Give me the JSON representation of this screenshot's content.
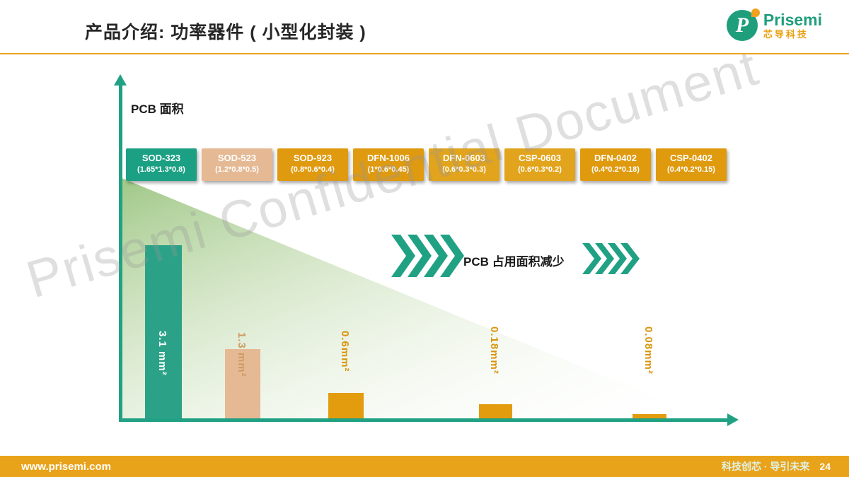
{
  "header": {
    "title": "产品介绍: 功率器件 ( 小型化封装 )",
    "logo_letter": "P",
    "logo_brand": "Prisemi",
    "logo_sub": "芯导科技"
  },
  "watermark": "Prisemi Confidential Document",
  "chart": {
    "y_axis_label": "PCB 面积",
    "annotation": "PCB 占用面积减少",
    "accent_teal": "#21a184",
    "packages": [
      {
        "name": "SOD-323",
        "dims": "(1.65*1.3*0.8)",
        "color": "#1ba083"
      },
      {
        "name": "SOD-523",
        "dims": "(1.2*0.8*0.5)",
        "color": "#e5b993"
      },
      {
        "name": "SOD-923",
        "dims": "(0.8*0.6*0.4)",
        "color": "#e09a10"
      },
      {
        "name": "DFN-1006",
        "dims": "(1*0.6*0.45)",
        "color": "#e09a10"
      },
      {
        "name": "DFN-0603",
        "dims": "(0.6*0.3*0.3)",
        "color": "#e2a41c"
      },
      {
        "name": "CSP-0603",
        "dims": "(0.6*0.3*0.2)",
        "color": "#e2a41c"
      },
      {
        "name": "DFN-0402",
        "dims": "(0.4*0.2*0.18)",
        "color": "#df9a0e"
      },
      {
        "name": "CSP-0402",
        "dims": "(0.4*0.2*0.15)",
        "color": "#df9a0e"
      }
    ],
    "bars": [
      {
        "label": "3.1 mm²",
        "color": "#2ba287",
        "label_color": "#ffffff"
      },
      {
        "label": "1.3 mm²",
        "color": "#e5b993",
        "label_color": "#cf9a62"
      },
      {
        "label": "0.6mm²",
        "color": "#e29c0e",
        "label_color": "#d8940c"
      },
      {
        "label": "0.18mm²",
        "color": "#e29c0e",
        "label_color": "#d8940c"
      },
      {
        "label": "0.08mm²",
        "color": "#e29c0e",
        "label_color": "#d8940c"
      }
    ]
  },
  "footer": {
    "url": "www.prisemi.com",
    "slogan": "科技创芯 · 导引未来",
    "page": "24"
  },
  "chart_data": {
    "type": "bar",
    "title": "产品介绍: 功率器件 (小型化封装) — PCB 面积对比",
    "ylabel": "PCB 面积",
    "unit": "mm²",
    "categories": [
      "SOD-323",
      "SOD-523",
      "SOD-923 / DFN-1006",
      "DFN-0603 / CSP-0603",
      "DFN-0402 / CSP-0402"
    ],
    "values": [
      3.1,
      1.3,
      0.6,
      0.18,
      0.08
    ],
    "bar_colors": [
      "#2ba287",
      "#e5b993",
      "#e29c0e",
      "#e29c0e",
      "#e29c0e"
    ],
    "package_dimensions": {
      "SOD-323": "1.65*1.3*0.8",
      "SOD-523": "1.2*0.8*0.5",
      "SOD-923": "0.8*0.6*0.4",
      "DFN-1006": "1*0.6*0.45",
      "DFN-0603": "0.6*0.3*0.3",
      "CSP-0603": "0.6*0.3*0.2",
      "DFN-0402": "0.4*0.2*0.18",
      "CSP-0402": "0.4*0.2*0.15"
    },
    "annotations": [
      "PCB 占用面积减少"
    ],
    "legend": false,
    "grid": false
  }
}
